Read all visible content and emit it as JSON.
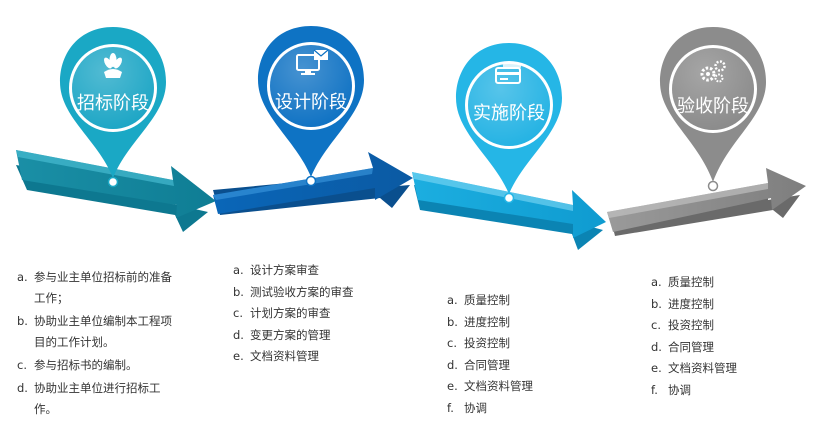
{
  "stages": [
    {
      "title": "招标阶段",
      "icon": "flower-icon",
      "color": "#1aa8c5",
      "items": [
        {
          "marker": "a.",
          "text": "参与业主单位招标前的准备工作；"
        },
        {
          "marker": "b.",
          "text": "协助业主单位编制本工程项目的工作计划。"
        },
        {
          "marker": "c.",
          "text": "参与招标书的编制。"
        },
        {
          "marker": "d.",
          "text": "协助业主单位进行招标工作。"
        }
      ]
    },
    {
      "title": "设计阶段",
      "icon": "monitor-mail-icon",
      "color": "#0e73c4",
      "items": [
        {
          "marker": "a.",
          "text": "设计方案审查"
        },
        {
          "marker": "b.",
          "text": "测试验收方案的审查"
        },
        {
          "marker": "c.",
          "text": "计划方案的审查"
        },
        {
          "marker": "d.",
          "text": "变更方案的管理"
        },
        {
          "marker": "e.",
          "text": "文档资料管理"
        }
      ]
    },
    {
      "title": "实施阶段",
      "icon": "credit-card-icon",
      "color": "#25b6e6",
      "items": [
        {
          "marker": "a.",
          "text": "质量控制"
        },
        {
          "marker": "b.",
          "text": "进度控制"
        },
        {
          "marker": "c.",
          "text": "投资控制"
        },
        {
          "marker": "d.",
          "text": "合同管理"
        },
        {
          "marker": "e.",
          "text": "文档资料管理"
        },
        {
          "marker": "f.",
          "text": "协调"
        }
      ]
    },
    {
      "title": "验收阶段",
      "icon": "gears-icon",
      "color": "#8c8c8c",
      "items": [
        {
          "marker": "a.",
          "text": "质量控制"
        },
        {
          "marker": "b.",
          "text": "进度控制"
        },
        {
          "marker": "c.",
          "text": "投资控制"
        },
        {
          "marker": "d.",
          "text": "合同管理"
        },
        {
          "marker": "e.",
          "text": "文档资料管理"
        },
        {
          "marker": "f.",
          "text": "协调"
        }
      ]
    }
  ]
}
